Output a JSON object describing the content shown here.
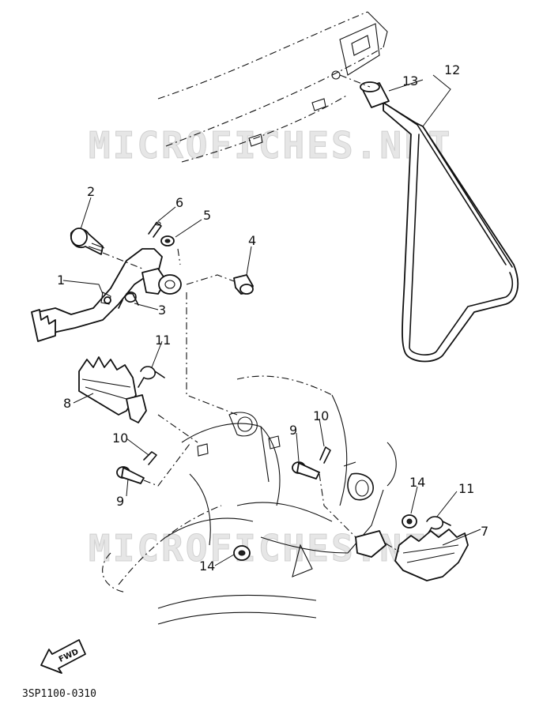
{
  "watermark": "MICROFICHES.NET",
  "diagram_code": "3SP1100-0310",
  "fwd_label": "FWD",
  "callouts": {
    "c1": "1",
    "c2": "2",
    "c3": "3",
    "c4": "4",
    "c5": "5",
    "c6": "6",
    "c7": "7",
    "c8": "8",
    "c9a": "9",
    "c9b": "9",
    "c10a": "10",
    "c10b": "10",
    "c11a": "11",
    "c11b": "11",
    "c12": "12",
    "c13": "13",
    "c14a": "14",
    "c14b": "14"
  }
}
